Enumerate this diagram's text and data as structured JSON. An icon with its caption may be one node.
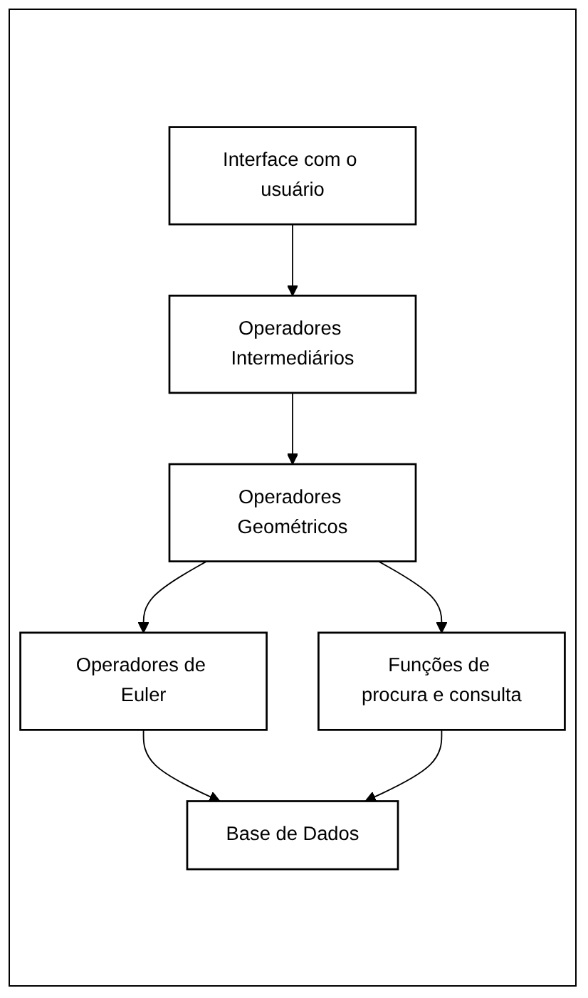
{
  "diagram": {
    "nodes": [
      {
        "text": [
          "Interface com o usuário"
        ]
      },
      {
        "text": [
          "Operadores Intermediários"
        ]
      },
      {
        "text": [
          "Operadores Geométricos"
        ]
      },
      {
        "text": [
          "Operadores de Euler"
        ]
      },
      {
        "text": [
          "Funções de procura e consulta"
        ]
      },
      {
        "text": [
          "Base de Dados"
        ]
      }
    ],
    "edges": [
      {
        "from": 0,
        "to": 1,
        "arrow": "to"
      },
      {
        "from": 1,
        "to": 2,
        "arrow": "to"
      },
      {
        "from": 2,
        "to": 3,
        "arrow": "to"
      },
      {
        "from": 2,
        "to": 4,
        "arrow": "to"
      },
      {
        "from": 3,
        "to": 5,
        "arrow": "to"
      },
      {
        "from": 4,
        "to": 5,
        "arrow": "to"
      }
    ]
  }
}
